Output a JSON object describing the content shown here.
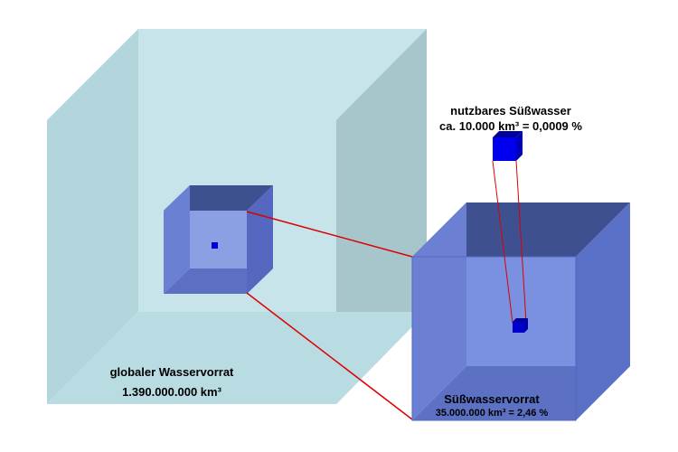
{
  "global_water": {
    "label": "globaler Wasservorrat",
    "volume": "1.390.000.000 km³"
  },
  "fresh_water": {
    "label": "Süßwasservorrat",
    "volume": "35.000.000 km³ = 2,46 %"
  },
  "usable_fresh_water": {
    "label": "nutzbares Süßwasser",
    "volume": "ca. 10.000 km³ =  0,0009 %"
  },
  "colors": {
    "global_cube": "#c3e3ea",
    "fresh_cube": "#5a72c8",
    "usable_cube": "#0000dd",
    "connector": "#dd0000"
  }
}
